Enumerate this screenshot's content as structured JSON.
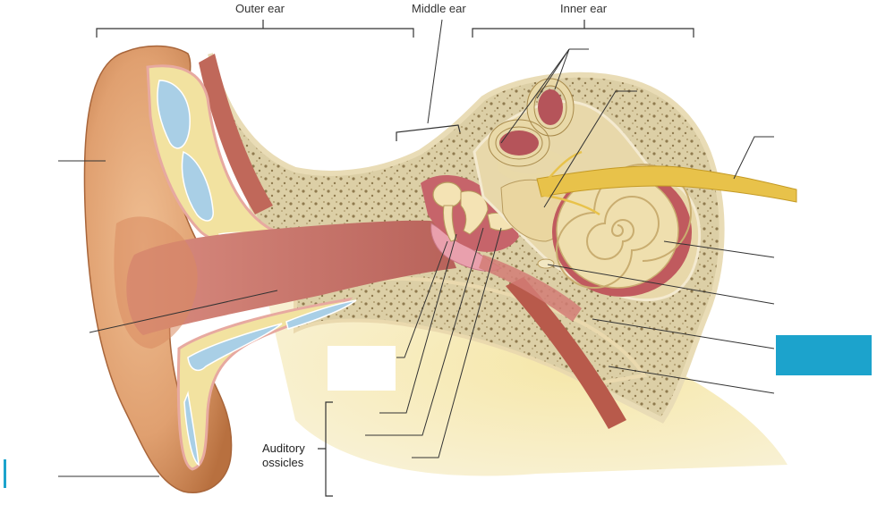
{
  "sections": {
    "outer_ear": "Outer ear",
    "middle_ear": "Middle ear",
    "inner_ear": "Inner ear"
  },
  "group_labels": {
    "auditory_ossicles_line1": "Auditory",
    "auditory_ossicles_line2": "ossicles"
  },
  "colors": {
    "skin": "#e2a676",
    "skin_dark": "#c07a4c",
    "canal": "#cf7d75",
    "bone": "#dccfa6",
    "cartilage": "#a9cfe6",
    "fat": "#f0d98a",
    "eardrum": "#e9a0ad",
    "muscle": "#b85a4b",
    "nerve": "#e8c24a",
    "highlight_box": "#1ca3cc",
    "leader": "#333333"
  }
}
